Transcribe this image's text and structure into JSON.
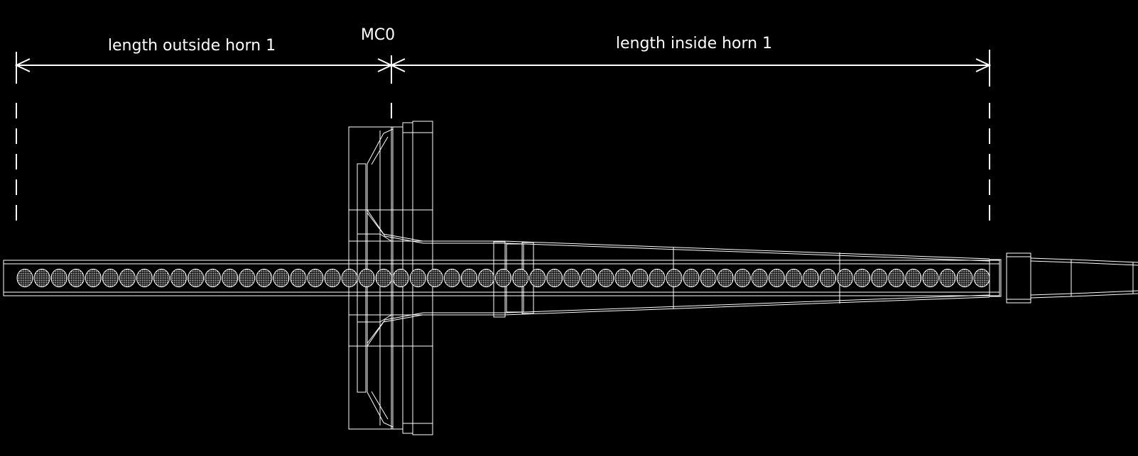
{
  "labels": {
    "outside": "length outside horn 1",
    "inside": "length inside horn 1",
    "mc0": "MC0"
  },
  "colors": {
    "background": "#000000",
    "line": "#ffffff"
  },
  "target": {
    "segment_count": 57
  }
}
